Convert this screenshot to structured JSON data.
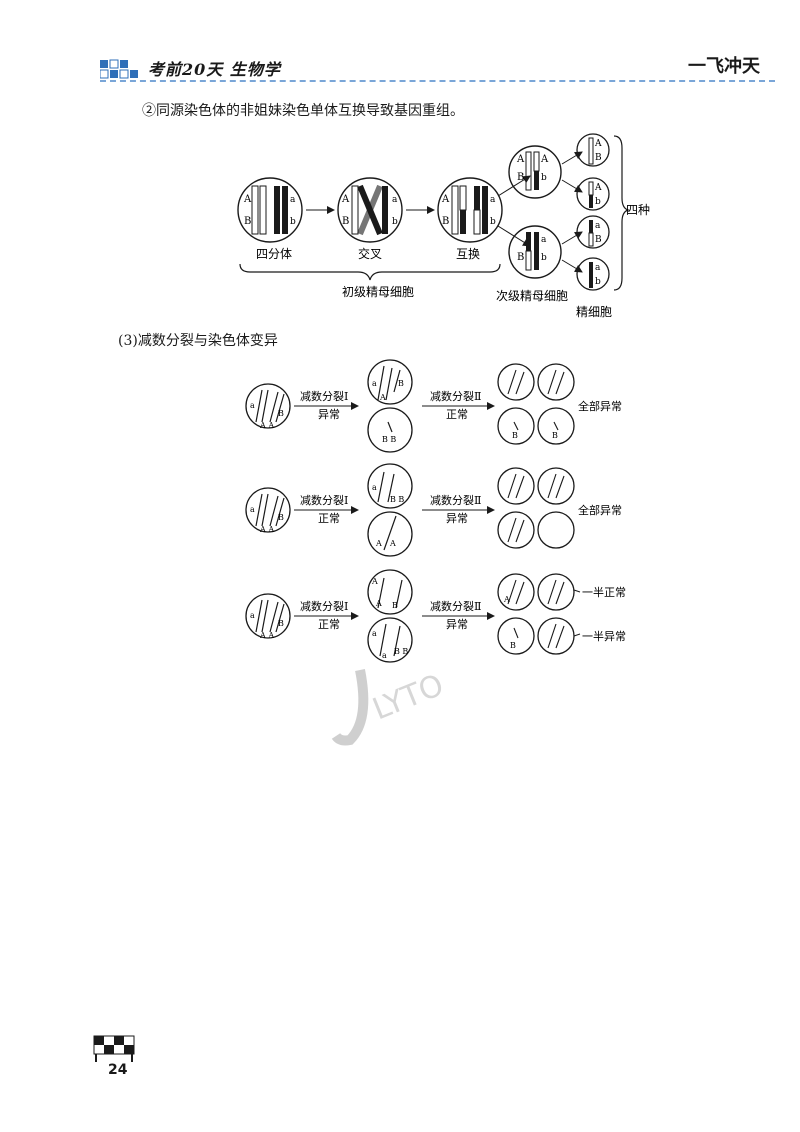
{
  "header": {
    "title": "考前20天 生物学",
    "brand": "一飞冲天"
  },
  "section2": {
    "heading": "②同源染色体的非姐妹染色单体互换导致基因重组。",
    "stage_labels": [
      "四分体",
      "交叉",
      "互换"
    ],
    "group_label": "初级精母细胞",
    "secondary_label": "次级精母细胞",
    "sperm_label": "精细胞",
    "four_sperm_label": "四种精细胞",
    "alleles": [
      "A",
      "a",
      "B",
      "b"
    ]
  },
  "section3": {
    "heading": "(3)减数分裂与染色体变异",
    "rows": [
      {
        "step1_top": "减数分裂Ⅰ",
        "step1_bottom": "异常",
        "step2_top": "减数分裂Ⅱ",
        "step2_bottom": "正常",
        "result": "全部异常"
      },
      {
        "step1_top": "减数分裂Ⅰ",
        "step1_bottom": "正常",
        "step2_top": "减数分裂Ⅱ",
        "step2_bottom": "异常",
        "result": "全部异常"
      },
      {
        "step1_top": "减数分裂Ⅰ",
        "step1_bottom": "正常",
        "step2_top": "减数分裂Ⅱ",
        "step2_bottom": "异常",
        "result_top": "一半正常",
        "result_bottom": "一半异常"
      }
    ]
  },
  "watermark": "LYTO",
  "page_number": "24",
  "colors": {
    "header_rule": "#7aa6d8",
    "header_blue": "#2f6fb8",
    "ink": "#1a1a1a"
  }
}
